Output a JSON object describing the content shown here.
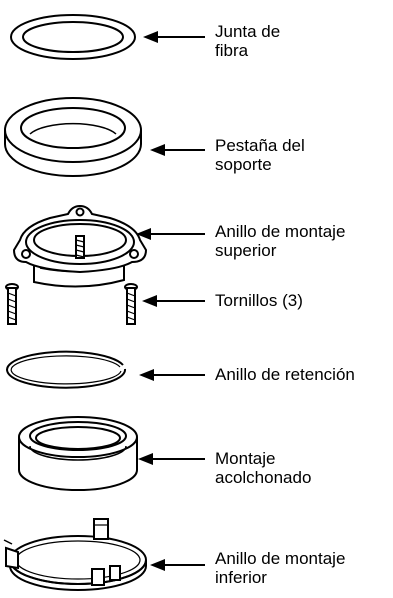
{
  "parts": [
    {
      "id": "junta-de-fibra",
      "lines": [
        "Junta de",
        "fibra"
      ]
    },
    {
      "id": "pestana-del-soporte",
      "lines": [
        "Pestaña del",
        "soporte"
      ]
    },
    {
      "id": "anillo-de-montaje-superior",
      "lines": [
        "Anillo de montaje",
        "superior"
      ]
    },
    {
      "id": "tornillos",
      "lines": [
        "Tornillos (3)"
      ]
    },
    {
      "id": "anillo-de-retencion",
      "lines": [
        "Anillo de retención"
      ]
    },
    {
      "id": "montaje-acolchonado",
      "lines": [
        "Montaje",
        "acolchonado"
      ]
    },
    {
      "id": "anillo-de-montaje-inferior",
      "lines": [
        "Anillo de montaje",
        "inferior"
      ]
    }
  ],
  "colors": {
    "line": "#000000",
    "fill": "#ffffff"
  }
}
